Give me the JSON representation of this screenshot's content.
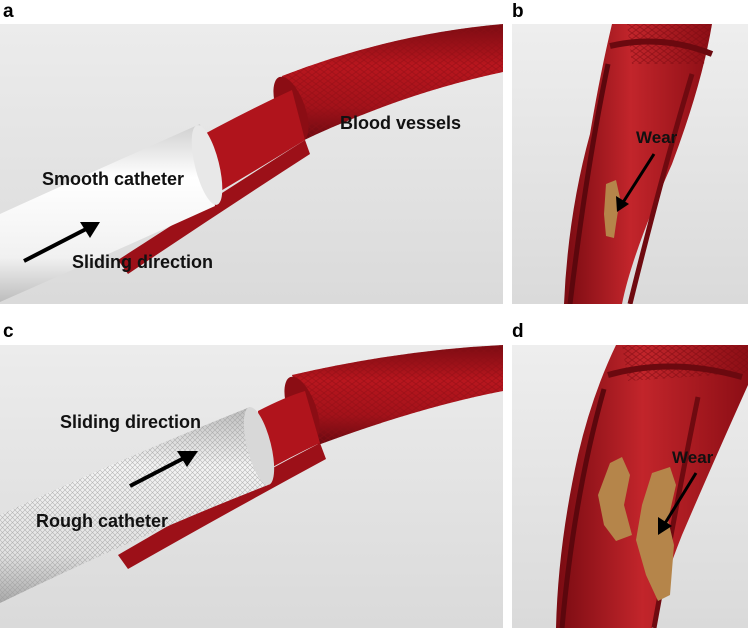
{
  "panels": {
    "a": {
      "letter": "a",
      "catheter_label": "Smooth catheter",
      "direction_label": "Sliding direction",
      "vessel_label": "Blood vessels"
    },
    "b": {
      "letter": "b",
      "wear_label": "Wear"
    },
    "c": {
      "letter": "c",
      "catheter_label": "Rough catheter",
      "direction_label": "Sliding direction"
    },
    "d": {
      "letter": "d",
      "wear_label": "Wear"
    }
  },
  "colors": {
    "background": "#e2e2e2",
    "vessel": "#a6121a",
    "vessel_dark": "#6f0a10",
    "vessel_light": "#c92a30",
    "smooth_catheter": "#f3f3f3",
    "rough_catheter": "#dcdcdc",
    "wear": "#b5854a",
    "arrow": "#000000"
  },
  "icons": {
    "direction_arrow": "arrow-icon",
    "wear_pointer": "arrow-icon"
  }
}
